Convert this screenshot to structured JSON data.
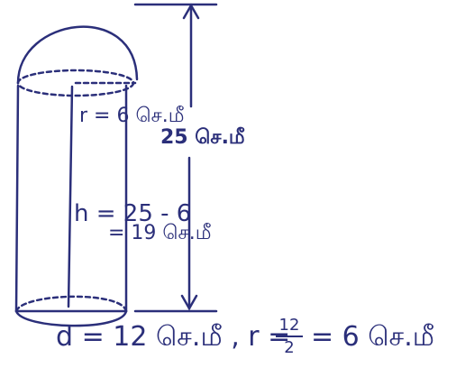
{
  "labels": {
    "radius": "r = 6 செ.மீ",
    "total_height": "25 செ.மீ",
    "height_calc": "h = 25 - 6",
    "height_result": "= 19 செ.மீ",
    "bottom_prefix": "d = 12 செ.மீ ,  r =",
    "frac_num": "12",
    "frac_den": "2",
    "bottom_suffix": "= 6 செ.மீ"
  },
  "colors": {
    "ink": "#2b2f7a",
    "background": "#ffffff"
  }
}
